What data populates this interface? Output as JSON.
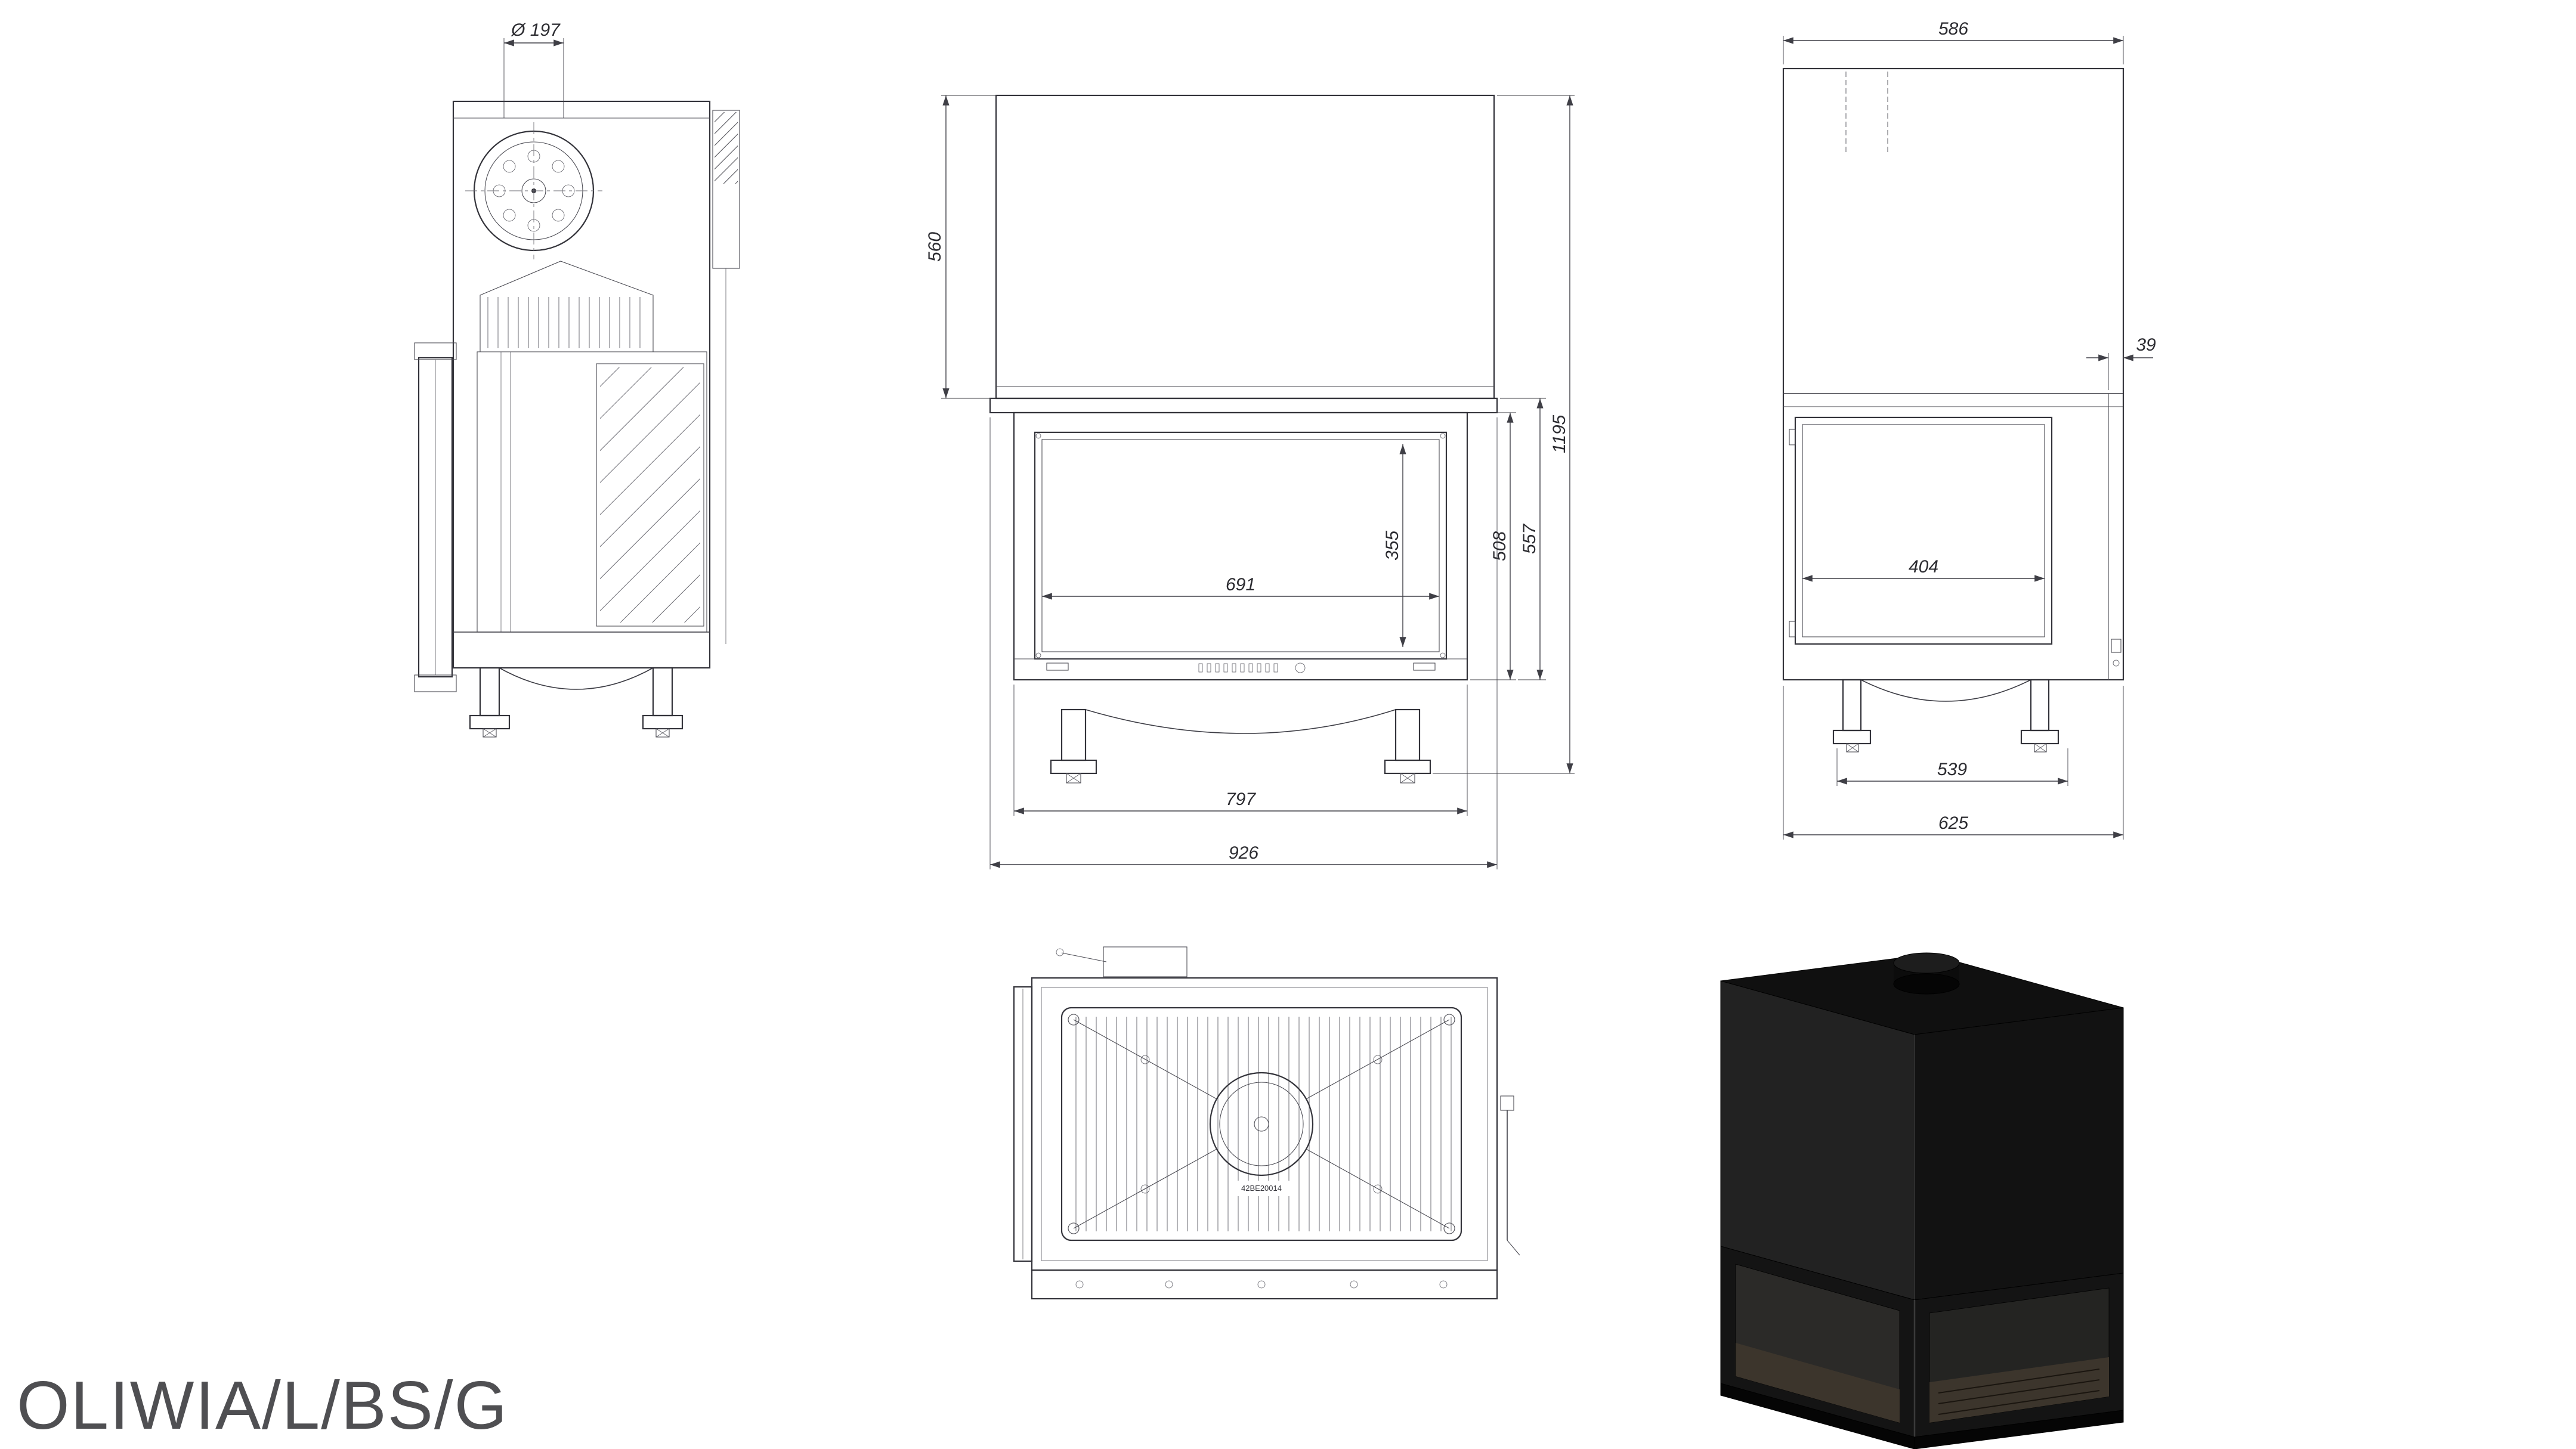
{
  "product": {
    "model": "OLIWIA/L/BS/G"
  },
  "left_view": {
    "flue_diameter": "Ø 197"
  },
  "front_view": {
    "hood_height": "560",
    "glass_height": "355",
    "glass_width": "691",
    "firebox_height": "508",
    "body_height": "557",
    "total_height": "1195",
    "firebox_width": "797",
    "total_width": "926"
  },
  "right_view": {
    "top_depth": "586",
    "frame_offset": "39",
    "glass_width": "404",
    "base_depth": "539",
    "total_depth": "625"
  },
  "plan_view": {
    "part_number": "42BE20014"
  }
}
